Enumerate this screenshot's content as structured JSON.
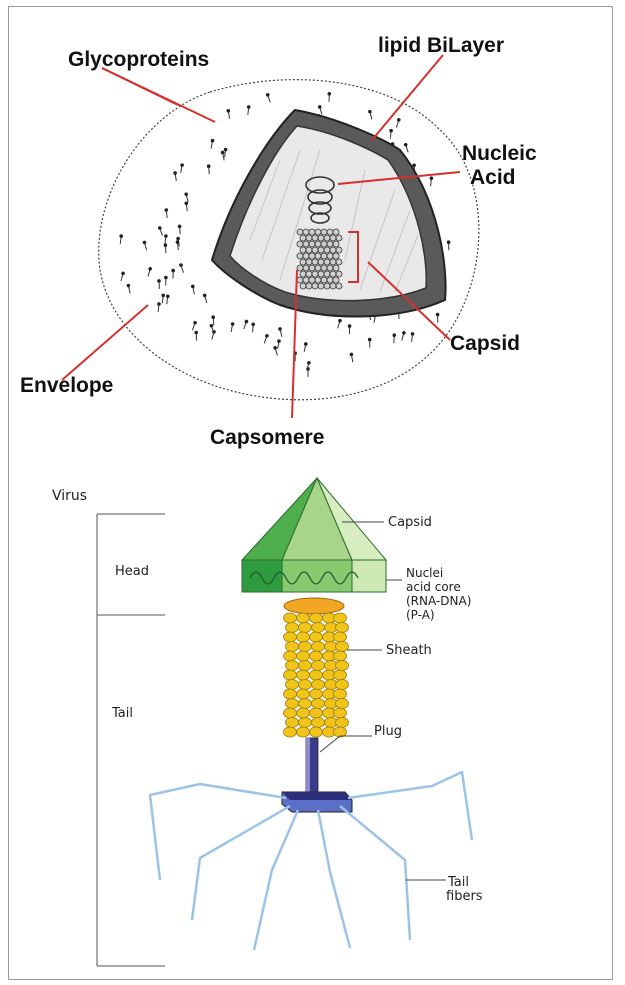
{
  "enveloped_virus": {
    "labels": {
      "glycoproteins": "Glycoproteins",
      "lipid_bilayer": "lipid BiLayer",
      "nucleic_acid_line1": "Nucleic",
      "nucleic_acid_line2": "Acid",
      "capsid": "Capsid",
      "envelope": "Envelope",
      "capsomere": "Capsomere"
    }
  },
  "bacteriophage": {
    "labels": {
      "virus": "Virus",
      "head": "Head",
      "tail": "Tail",
      "capsid": "Capsid",
      "nucleic_line1": "Nuclei",
      "nucleic_line2": "acid core",
      "nucleic_line3": "(RNA-DNA)",
      "nucleic_line4": "(P-A)",
      "sheath": "Sheath",
      "plug": "Plug",
      "tail_fibers_line1": "Tail",
      "tail_fibers_line2": "fibers"
    },
    "colors": {
      "capsid_dark": "#2e9b3e",
      "capsid_mid": "#7fc46a",
      "capsid_light": "#c8e7ae",
      "sheath": "#f0c419",
      "plug": "#3b3a8c",
      "fibers": "#9cc3e8"
    }
  }
}
